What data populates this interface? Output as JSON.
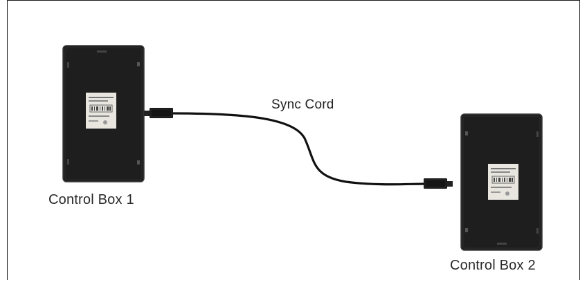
{
  "diagram": {
    "cord_label": "Sync Cord",
    "box1_label": "Control Box 1",
    "box2_label": "Control Box 2",
    "colors": {
      "box_body": "#1e1e1e",
      "box_edge": "#3a3a3a",
      "sticker": "#e8e6df",
      "cable": "#111111",
      "frame": "#1a1a1a"
    },
    "icons": [
      "control-box-device",
      "sync-cable",
      "cable-plug"
    ]
  }
}
